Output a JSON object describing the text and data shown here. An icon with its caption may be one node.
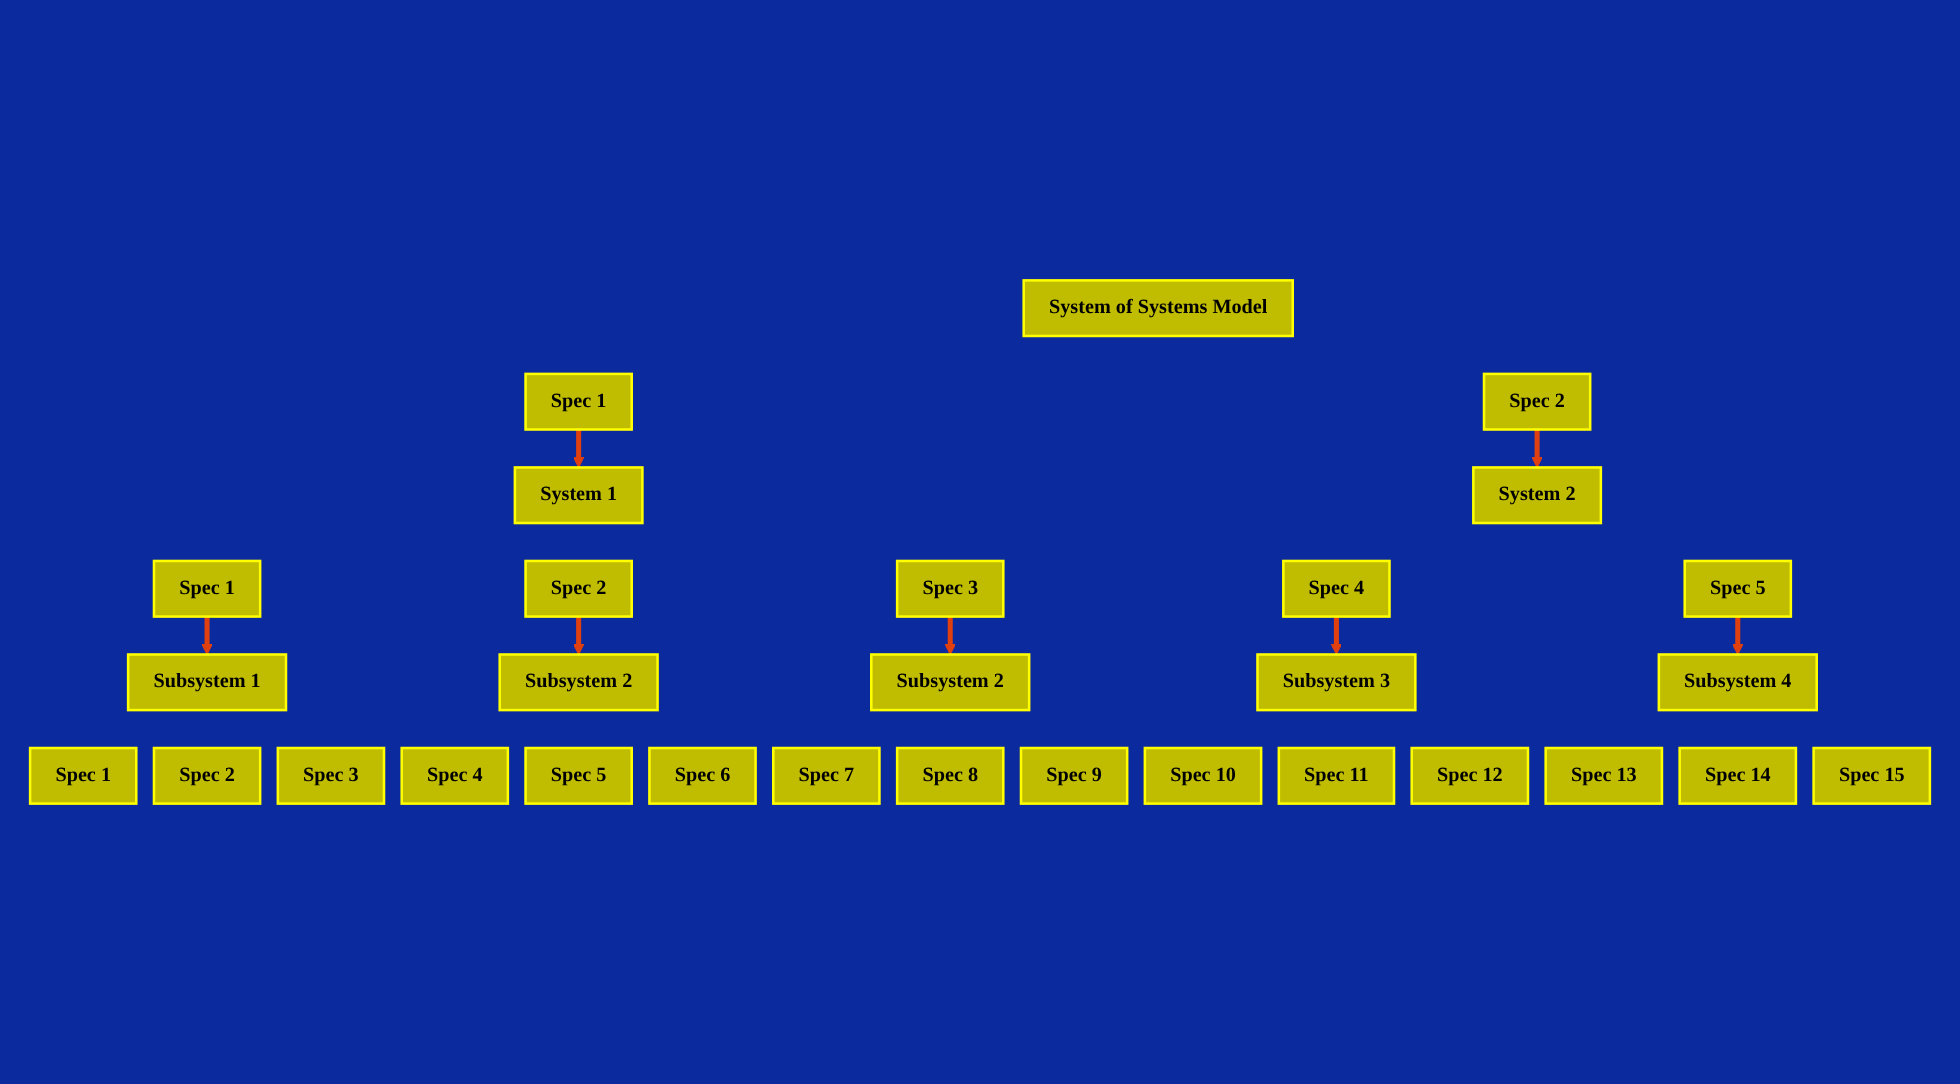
{
  "diagram": {
    "nodes": [
      {
        "text": [
          "System of Systems Model"
        ]
      },
      {
        "text": [
          "Spec 1"
        ]
      },
      {
        "text": [
          "Spec 2"
        ]
      },
      {
        "text": [
          "System 1"
        ]
      },
      {
        "text": [
          "System 2"
        ]
      },
      {
        "text": [
          "Spec 1"
        ]
      },
      {
        "text": [
          "Spec 2"
        ]
      },
      {
        "text": [
          "Spec 3"
        ]
      },
      {
        "text": [
          "Spec 4"
        ]
      },
      {
        "text": [
          "Spec 5"
        ]
      },
      {
        "text": [
          "Subsystem 1"
        ]
      },
      {
        "text": [
          "Subsystem 2"
        ]
      },
      {
        "text": [
          "Subsystem 2"
        ]
      },
      {
        "text": [
          "Subsystem 3"
        ]
      },
      {
        "text": [
          "Subsystem 4"
        ]
      },
      {
        "text": [
          "Spec 1"
        ]
      },
      {
        "text": [
          "Spec 2"
        ]
      },
      {
        "text": [
          "Spec 3"
        ]
      },
      {
        "text": [
          "Spec 4"
        ]
      },
      {
        "text": [
          "Spec 5"
        ]
      },
      {
        "text": [
          "Spec 6"
        ]
      },
      {
        "text": [
          "Spec 7"
        ]
      },
      {
        "text": [
          "Spec 8"
        ]
      },
      {
        "text": [
          "Spec 9"
        ]
      },
      {
        "text": [
          "Spec 10"
        ]
      },
      {
        "text": [
          "Spec 11"
        ]
      },
      {
        "text": [
          "Spec 12"
        ]
      },
      {
        "text": [
          "Spec 13"
        ]
      },
      {
        "text": [
          "Spec 14"
        ]
      },
      {
        "text": [
          "Spec 15"
        ]
      }
    ],
    "edges": [
      {
        "from": 1,
        "to": 3,
        "arrow": "to"
      },
      {
        "from": 2,
        "to": 4,
        "arrow": "to"
      },
      {
        "from": 5,
        "to": 10,
        "arrow": "to"
      },
      {
        "from": 6,
        "to": 11,
        "arrow": "to"
      },
      {
        "from": 7,
        "to": 12,
        "arrow": "to"
      },
      {
        "from": 8,
        "to": 13,
        "arrow": "to"
      },
      {
        "from": 9,
        "to": 14,
        "arrow": "to"
      }
    ]
  }
}
